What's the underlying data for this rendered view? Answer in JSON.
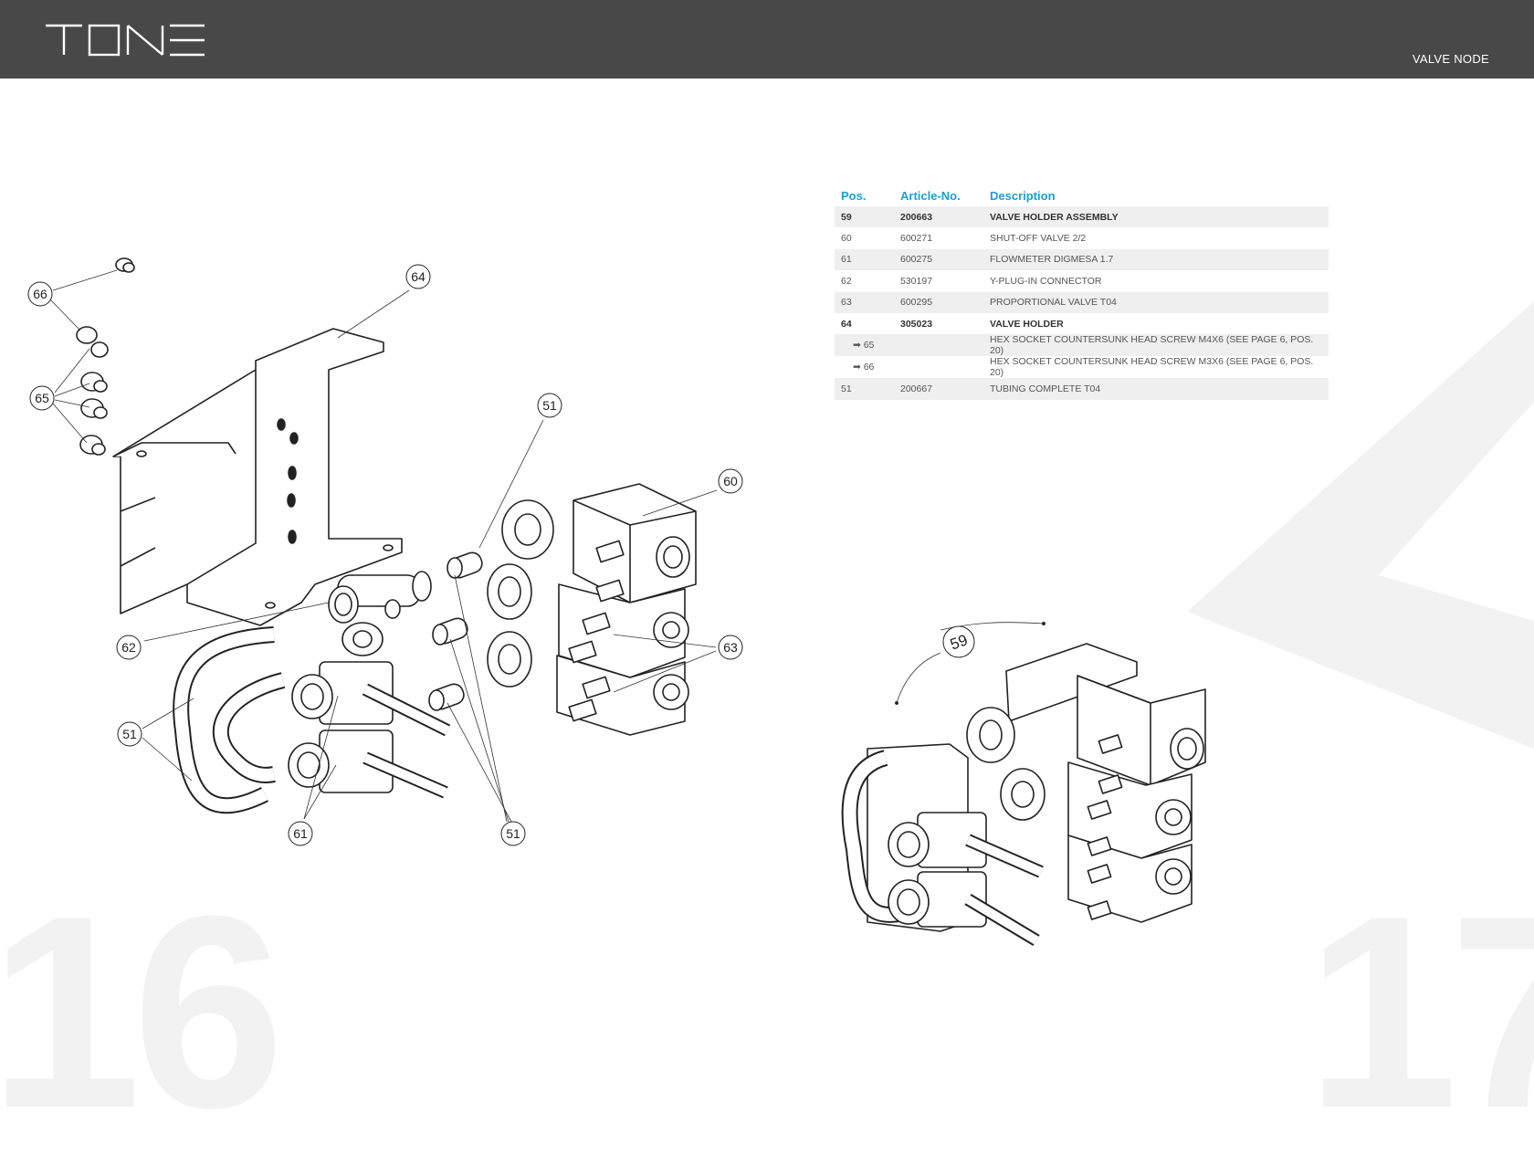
{
  "header": {
    "brand": "TONE",
    "section": "VALVE NODE"
  },
  "table": {
    "headers": {
      "pos": "Pos.",
      "article": "Article-No.",
      "description": "Description"
    },
    "rows": [
      {
        "pos": "59",
        "article": "200663",
        "description": "VALVE HOLDER ASSEMBLY",
        "bold": true
      },
      {
        "pos": "60",
        "article": "600271",
        "description": "SHUT-OFF VALVE 2/2",
        "bold": false
      },
      {
        "pos": "61",
        "article": "600275",
        "description": "FLOWMETER DIGMESA 1.7",
        "bold": false
      },
      {
        "pos": "62",
        "article": "530197",
        "description": "Y-PLUG-IN CONNECTOR",
        "bold": false
      },
      {
        "pos": "63",
        "article": "600295",
        "description": "PROPORTIONAL VALVE T04",
        "bold": false
      },
      {
        "pos": "64",
        "article": "305023",
        "description": "VALVE HOLDER",
        "bold": true
      },
      {
        "pos": "➡ 65",
        "article": "",
        "description": "HEX SOCKET COUNTERSUNK HEAD SCREW M4X6 (SEE PAGE 6, POS. 20)",
        "bold": false
      },
      {
        "pos": "➡ 66",
        "article": "",
        "description": "HEX SOCKET COUNTERSUNK HEAD SCREW M3X6 (SEE PAGE 6, POS. 20)",
        "bold": false
      },
      {
        "pos": "51",
        "article": "200667",
        "description": "TUBING COMPLETE T04",
        "bold": false
      }
    ]
  },
  "callouts": {
    "c66": "66",
    "c65": "65",
    "c64": "64",
    "c62": "62",
    "c51a": "51",
    "c51b": "51",
    "c51c": "51",
    "c61": "61",
    "c60": "60",
    "c63": "63",
    "c59": "59"
  },
  "page_numbers": {
    "left": "16",
    "right": "17"
  }
}
